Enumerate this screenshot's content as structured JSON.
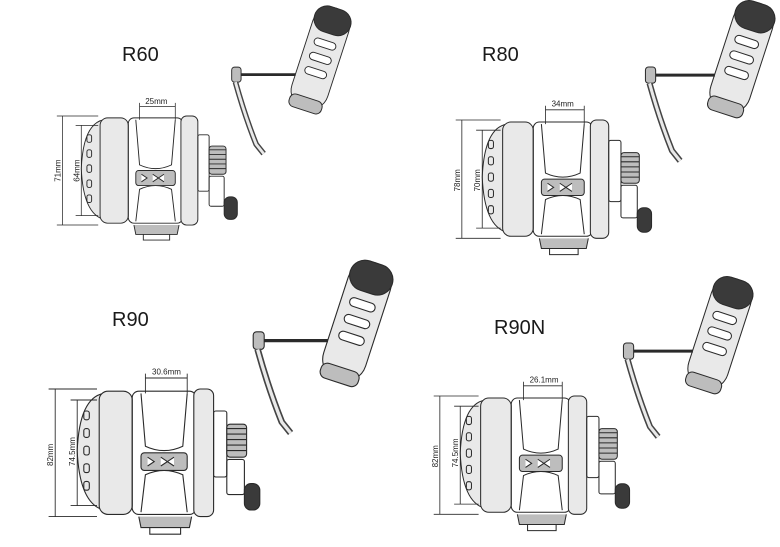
{
  "reels": [
    {
      "model": "R60",
      "width_dim": "25mm",
      "outer_height": "71mm",
      "inner_height": "64mm"
    },
    {
      "model": "R80",
      "width_dim": "34mm",
      "outer_height": "78mm",
      "inner_height": "70mm"
    },
    {
      "model": "R90",
      "width_dim": "30.6mm",
      "outer_height": "82mm",
      "inner_height": "74.5mm"
    },
    {
      "model": "R90N",
      "width_dim": "26.1mm",
      "outer_height": "82mm",
      "inner_height": "74.5mm"
    }
  ],
  "colors": {
    "line": "#2a2a2a",
    "fill_dark": "#444444",
    "fill_mid": "#bdbdbd",
    "fill_light": "#e9e9e9",
    "knob_dark": "#3a3a3a"
  },
  "icons": [
    "fishing-reel-icon"
  ]
}
